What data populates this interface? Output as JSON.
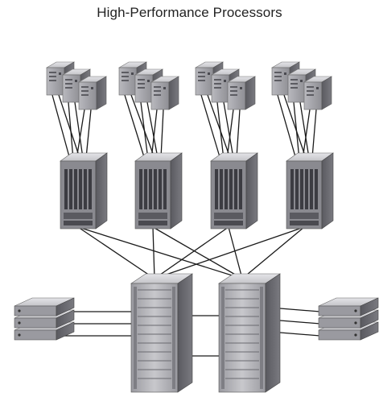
{
  "title": "High-Performance Processors",
  "colors": {
    "link": "#1a1a1a",
    "server_face": "#a8a8ac",
    "server_top": "#d6d6da",
    "server_side": "#6e6e74",
    "chassis_dark": "#3c3c42"
  },
  "nodes": {
    "processor_groups": 4,
    "servers_per_group": 3,
    "edge_switches": 4,
    "core_switches": 2,
    "storage_stacks": 2,
    "storage_units_per_stack": 3
  }
}
